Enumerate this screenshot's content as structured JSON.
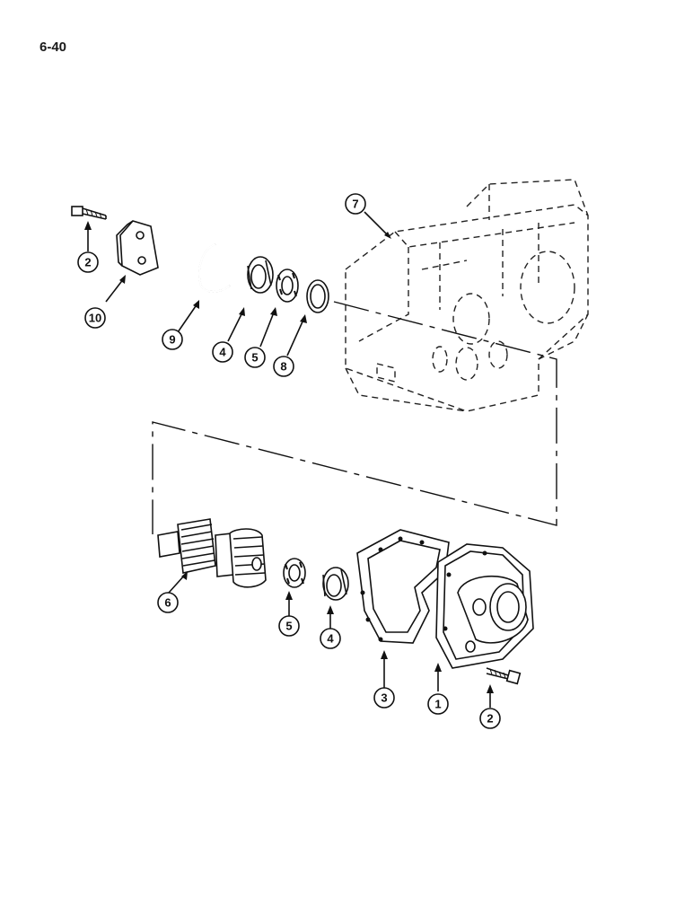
{
  "page": {
    "number": "6-40"
  },
  "callouts": [
    {
      "id": "c2a",
      "label": "2"
    },
    {
      "id": "c10",
      "label": "10"
    },
    {
      "id": "c9",
      "label": "9"
    },
    {
      "id": "c4a",
      "label": "4"
    },
    {
      "id": "c5a",
      "label": "5"
    },
    {
      "id": "c8",
      "label": "8"
    },
    {
      "id": "c7",
      "label": "7"
    },
    {
      "id": "c6",
      "label": "6"
    },
    {
      "id": "c5b",
      "label": "5"
    },
    {
      "id": "c4b",
      "label": "4"
    },
    {
      "id": "c3",
      "label": "3"
    },
    {
      "id": "c1",
      "label": "1"
    },
    {
      "id": "c2b",
      "label": "2"
    }
  ]
}
